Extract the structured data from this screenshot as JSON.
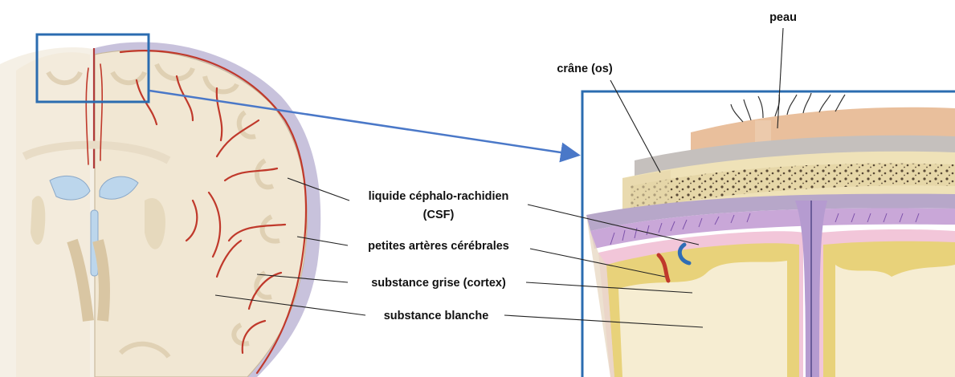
{
  "labels": {
    "skin": "peau",
    "skull": "crâne (os)",
    "csf_line1": "liquide céphalo-rachidien",
    "csf_line2": "(CSF)",
    "arteries": "petites artères cérébrales",
    "grey_matter": "substance grise (cortex)",
    "white_matter": "substance blanche"
  },
  "colors": {
    "callout_box": "#2b6cb0",
    "arrow": "#4a78c8",
    "artery": "#c0392b",
    "white_matter": "#f3e9d6",
    "grey_matter": "#e8d27a",
    "meninges": "#c9a7d8",
    "skin": "#e9bf9c",
    "bone": "#efe2b8"
  }
}
